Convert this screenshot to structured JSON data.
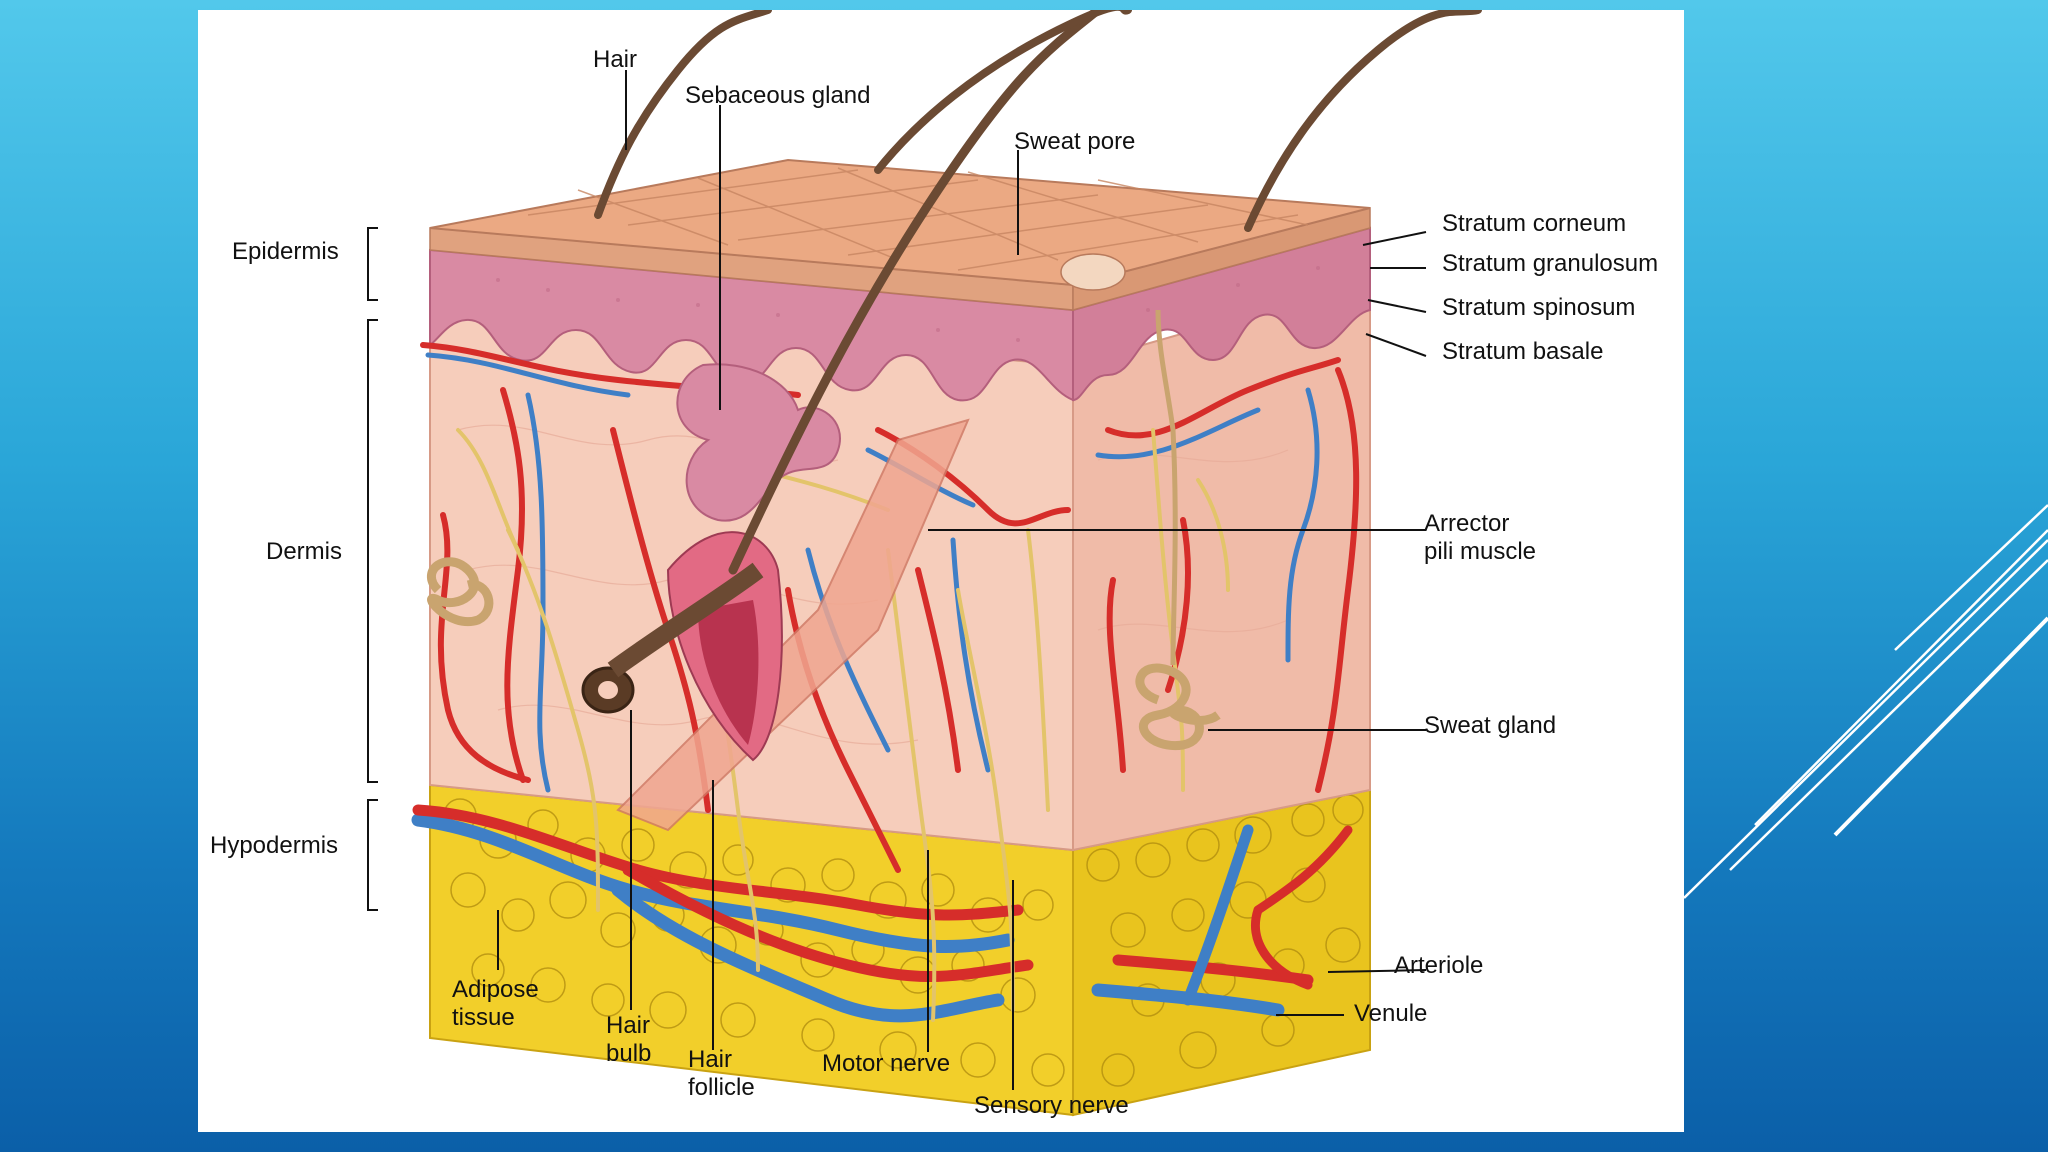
{
  "labels": {
    "hair": "Hair",
    "sebaceous_gland": "Sebaceous gland",
    "sweat_pore": "Sweat pore",
    "epidermis": "Epidermis",
    "dermis": "Dermis",
    "hypodermis": "Hypodermis",
    "stratum_corneum": "Stratum corneum",
    "stratum_granulosum": "Stratum granulosum",
    "stratum_spinosum": "Stratum spinosum",
    "stratum_basale": "Stratum basale",
    "arrector_pili_muscle": "Arrector\npili muscle",
    "sweat_gland": "Sweat gland",
    "arteriole": "Arteriole",
    "venule": "Venule",
    "adipose_tissue": "Adipose\ntissue",
    "hair_bulb": "Hair\nbulb",
    "hair_follicle": "Hair\nfollicle",
    "motor_nerve": "Motor nerve",
    "sensory_nerve": "Sensory nerve"
  },
  "colors": {
    "background_top": "#52c8eb",
    "background_bottom": "#0b5fa8",
    "skin_surface": "#e8a57c",
    "epidermis_pink": "#d98aa3",
    "dermis": "#f6cdbb",
    "fat_yellow": "#f2cf2a",
    "artery_red": "#d62d2a",
    "vein_blue": "#3f7fc6",
    "nerve_yellow": "#e3c46a",
    "hair_brown": "#6b4a33"
  }
}
